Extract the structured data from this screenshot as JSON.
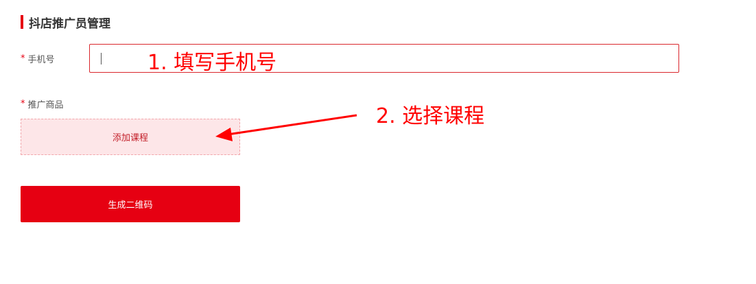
{
  "header": {
    "title": "抖店推广员管理"
  },
  "form": {
    "required_mark": "*",
    "phone_label": "手机号",
    "phone_value": "",
    "goods_label": "推广商品",
    "add_course_label": "添加课程",
    "generate_label": "生成二维码"
  },
  "annotations": {
    "step1": "1. 填写手机号",
    "step2": "2. 选择课程",
    "color": "#ff0000"
  },
  "colors": {
    "accent": "#e60012",
    "add_course_bg": "#fde6e8",
    "add_course_border": "#f2a6ab"
  }
}
